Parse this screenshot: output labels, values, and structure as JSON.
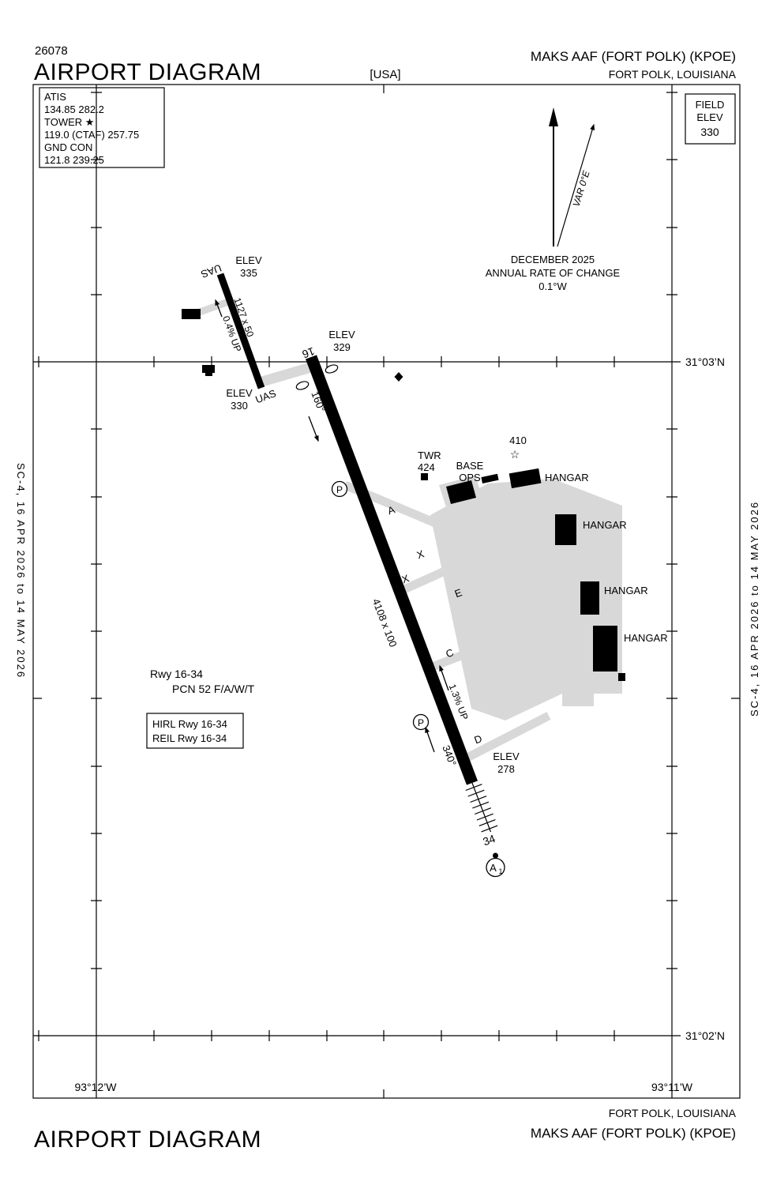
{
  "colors": {
    "ink": "#000000",
    "apron": "#d8d8d8",
    "paper": "#ffffff"
  },
  "header": {
    "chart_number": "26078",
    "title": "AIRPORT DIAGRAM",
    "region_tag": "[USA]",
    "airport_name": "MAKS AAF (FORT POLK)  (KPOE)",
    "city": "FORT POLK, LOUISIANA"
  },
  "footer": {
    "title": "AIRPORT DIAGRAM",
    "city": "FORT POLK, LOUISIANA",
    "airport_name": "MAKS AAF (FORT POLK)  (KPOE)"
  },
  "margins": {
    "left": "SC-4,  16 APR 2026  to  14 MAY 2026",
    "right": "SC-4,  16 APR 2026  to  14 MAY 2026"
  },
  "comm_box": {
    "atis_label": "ATIS",
    "atis_freq": "134.85  282.2",
    "tower_label": "TOWER ★",
    "tower_freq": "119.0 (CTAF)  257.75",
    "ground_label": "GND CON",
    "ground_freq": "121.8  239.25"
  },
  "field_elev_box": {
    "line1": "FIELD",
    "line2": "ELEV",
    "value": "330"
  },
  "north_arrow": {
    "variation": "VAR 0°E",
    "date": "DECEMBER 2025",
    "rate_line": "ANNUAL RATE OF CHANGE",
    "rate_value": "0.1°W"
  },
  "graticule": {
    "lat_top": "31°03’N",
    "lat_bottom": "31°02’N",
    "lon_left": "93°12’W",
    "lon_right": "93°11’W"
  },
  "runway_main": {
    "end_16": "16",
    "end_34": "34",
    "size": "4108 x 100",
    "heading_16": "160°",
    "heading_34": "340°",
    "slope": "1.3% UP",
    "elev_16_label": "ELEV",
    "elev_16_value": "329",
    "elev_34_label": "ELEV",
    "elev_34_value": "278"
  },
  "runway_uas": {
    "end_label_north": "UAS",
    "end_label_south": "UAS",
    "size": "1127 x 50",
    "slope": "0.4% UP",
    "elev_north_label": "ELEV",
    "elev_north_value": "335",
    "elev_south_label": "ELEV",
    "elev_south_value": "330"
  },
  "taxiways": {
    "a": "A",
    "x1": "X",
    "x2": "X",
    "e": "E",
    "c": "C",
    "d": "D"
  },
  "facilities": {
    "twr_label": "TWR",
    "twr_value": "424",
    "base_ops_line1": "BASE",
    "base_ops_line2": "OPS",
    "beacon_value": "410",
    "hangar_label": "HANGAR",
    "parking_symbol": "P",
    "a1_letter": "A",
    "a1_index": "1"
  },
  "icons": {
    "beacon_star": "☆"
  },
  "notes": {
    "pcn_line1": "Rwy 16-34",
    "pcn_line2": "PCN 52 F/A/W/T",
    "lighting_line1": "HIRL Rwy 16-34",
    "lighting_line2": "REIL Rwy 16-34"
  }
}
